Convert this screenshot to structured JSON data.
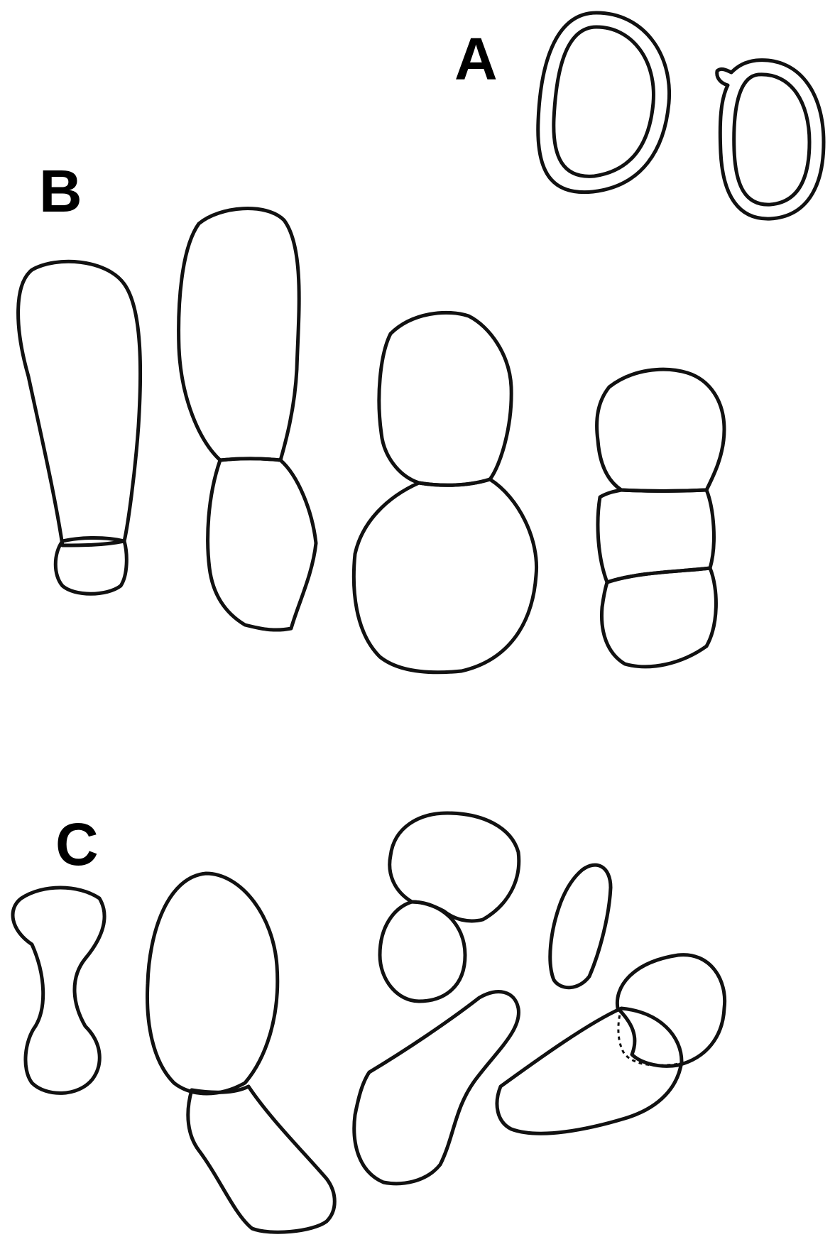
{
  "panels": {
    "a": {
      "label": "A"
    },
    "b": {
      "label": "B"
    },
    "c": {
      "label": "C"
    }
  },
  "colors": {
    "line": "#111111",
    "background": "#ffffff"
  }
}
